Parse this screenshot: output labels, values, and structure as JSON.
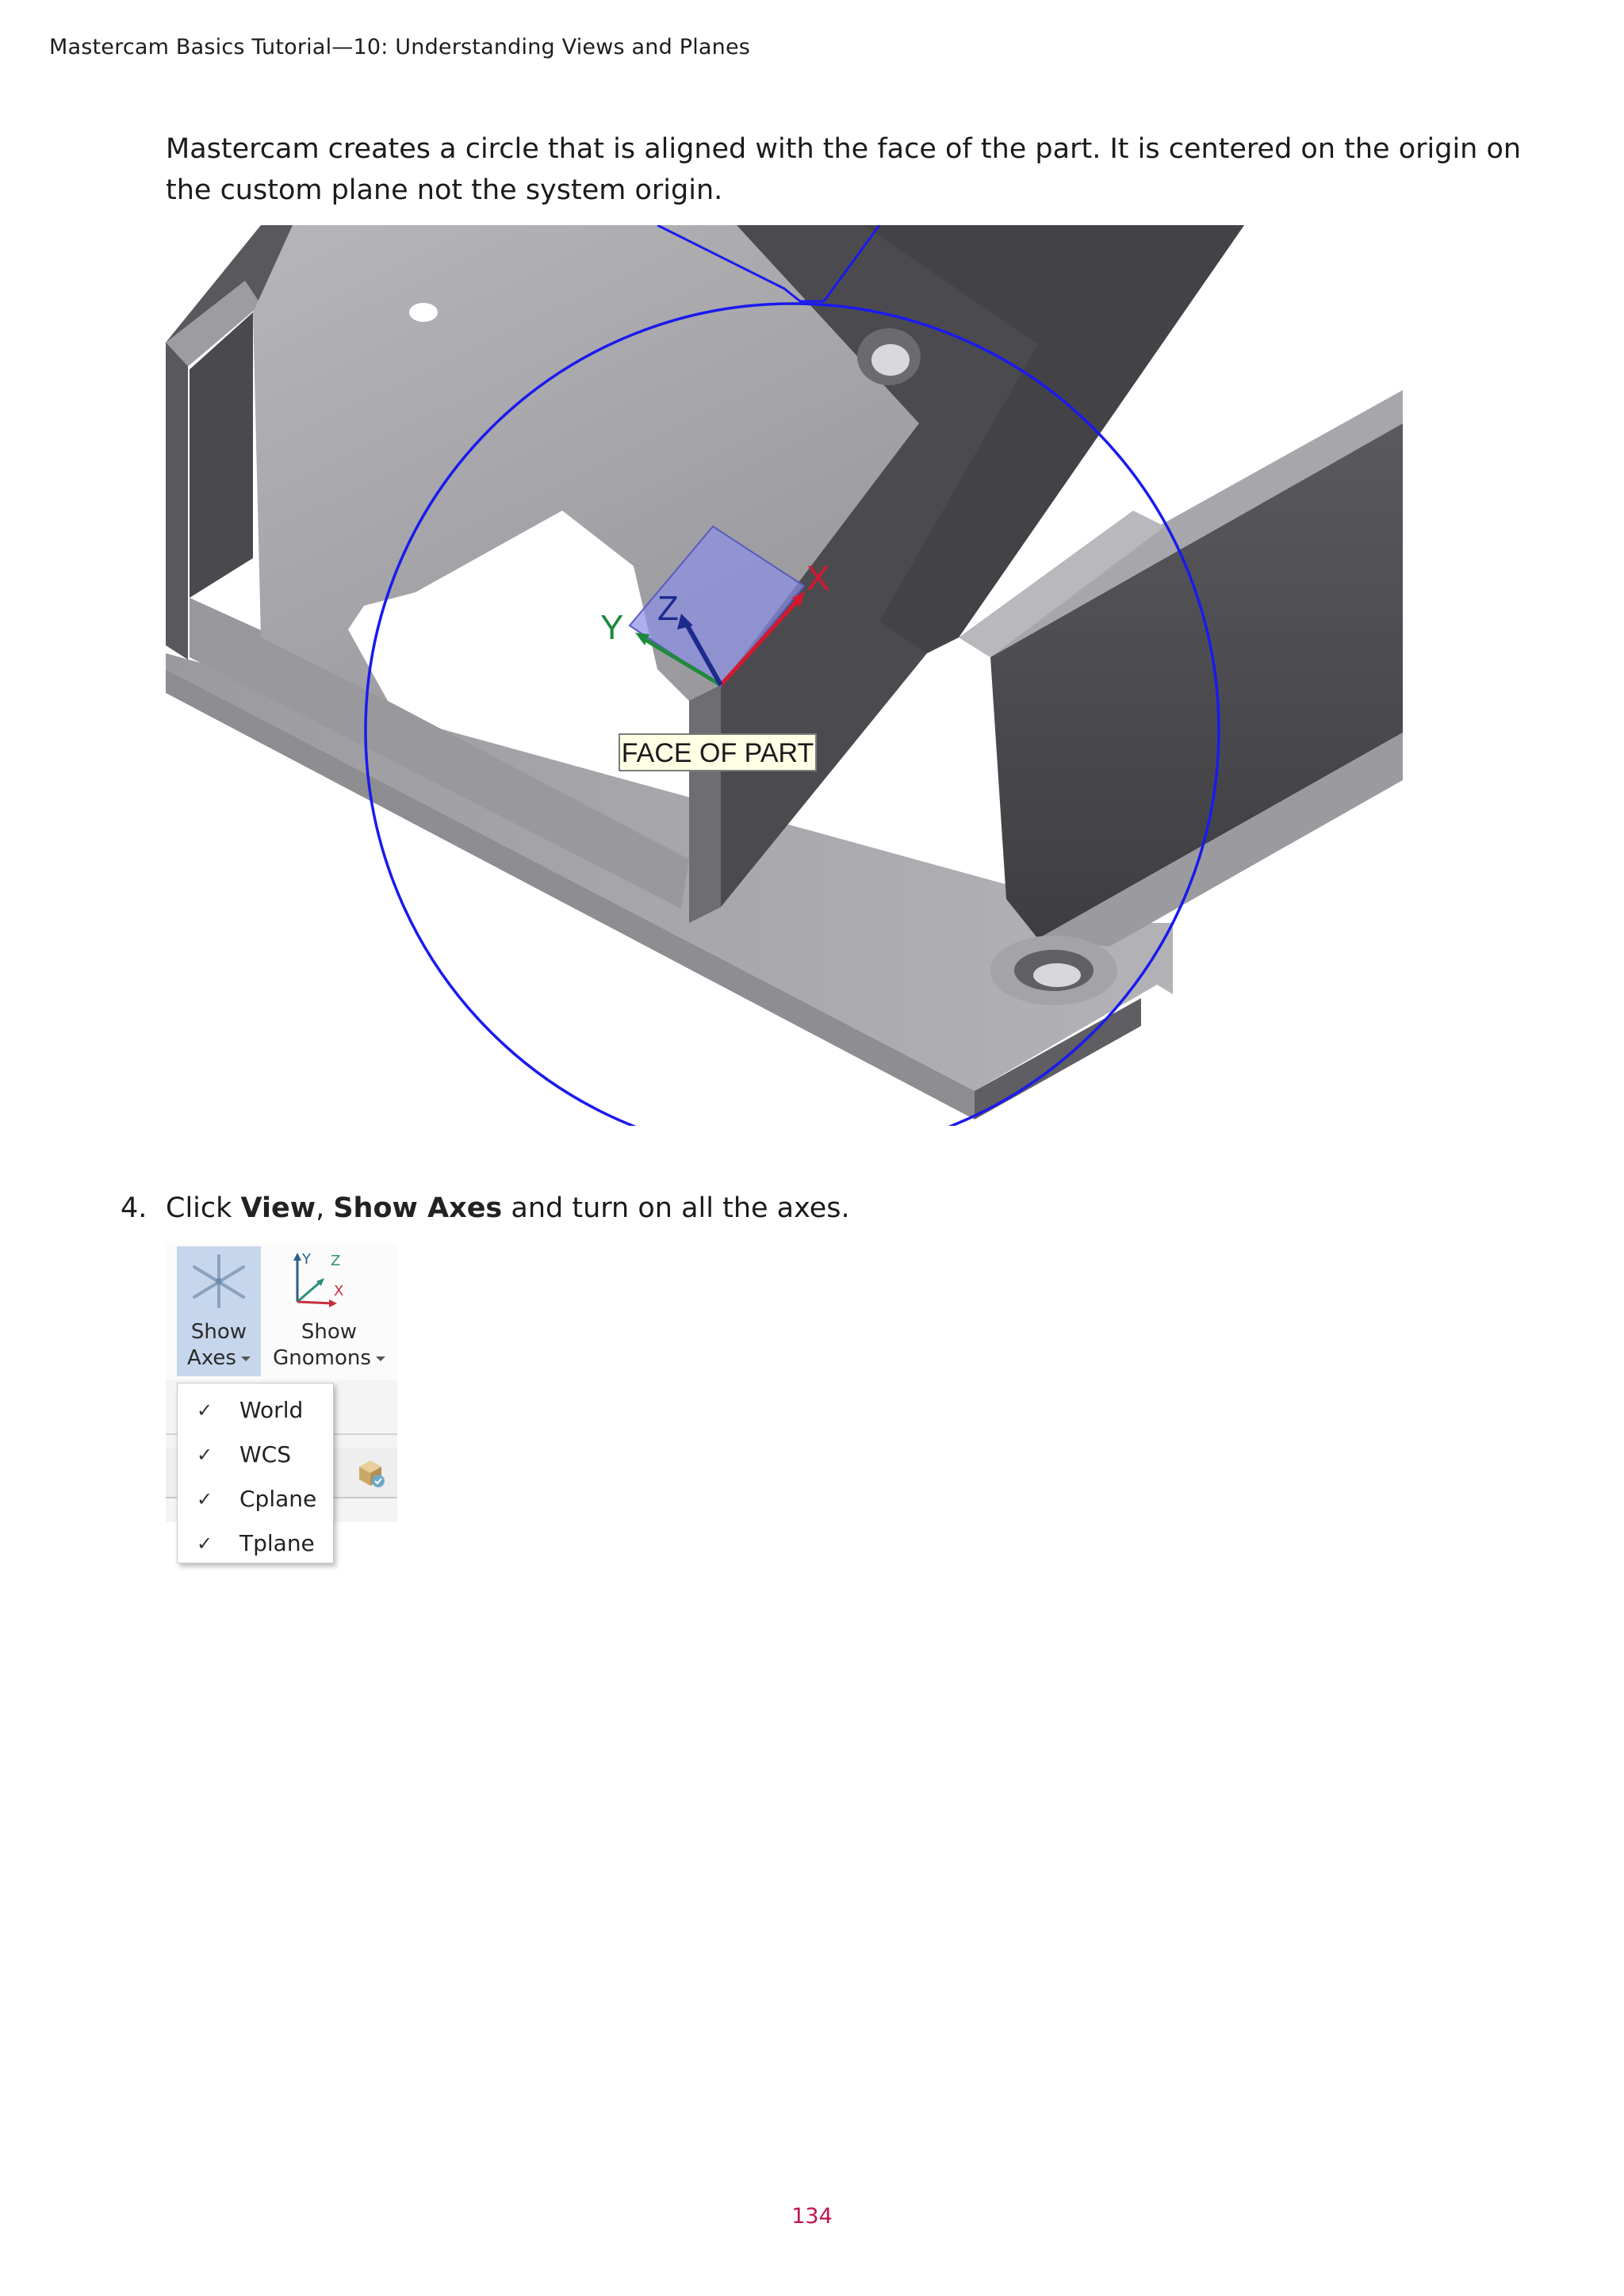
{
  "header": {
    "running_title": "Mastercam Basics Tutorial—10: Understanding Views and Planes"
  },
  "intro": {
    "text": "Mastercam creates a circle that is aligned with the face of the part. It is centered on the origin on the custom plane not the system origin."
  },
  "figure_part": {
    "tooltip": "FACE OF PART",
    "axis_labels": {
      "x": "X",
      "y": "Y",
      "z": "Z"
    },
    "colors": {
      "circle": "#1a1aee",
      "x_axis": "#d5182e",
      "y_axis": "#1f8a3c",
      "z_axis": "#1b2a8c",
      "plane_fill": "#8c8fe6",
      "part_top": "#a9a9ad",
      "part_dark": "#48484c",
      "tooltip_bg": "#ffffe6"
    }
  },
  "step": {
    "number": "4.",
    "text_prefix": "Click ",
    "menu_view": "View",
    "separator": ", ",
    "menu_show_axes": "Show Axes",
    "text_suffix": " and turn on all the axes."
  },
  "ribbon": {
    "show_axes": {
      "line1": "Show",
      "line2": "Axes"
    },
    "show_gnomons": {
      "line1": "Show",
      "line2": "Gnomons"
    },
    "gnomon_axis_labels": {
      "x": "X",
      "y": "Y",
      "z": "Z"
    },
    "dropdown_items": [
      {
        "label": "World",
        "checked": true,
        "check_glyph": "✓"
      },
      {
        "label": "WCS",
        "checked": true,
        "check_glyph": "✓"
      },
      {
        "label": "Cplane",
        "checked": true,
        "check_glyph": "✓"
      },
      {
        "label": "Tplane",
        "checked": true,
        "check_glyph": "✓"
      }
    ],
    "colors": {
      "selected_bg": "#c6d6ec"
    }
  },
  "footer": {
    "page_number": "134"
  }
}
